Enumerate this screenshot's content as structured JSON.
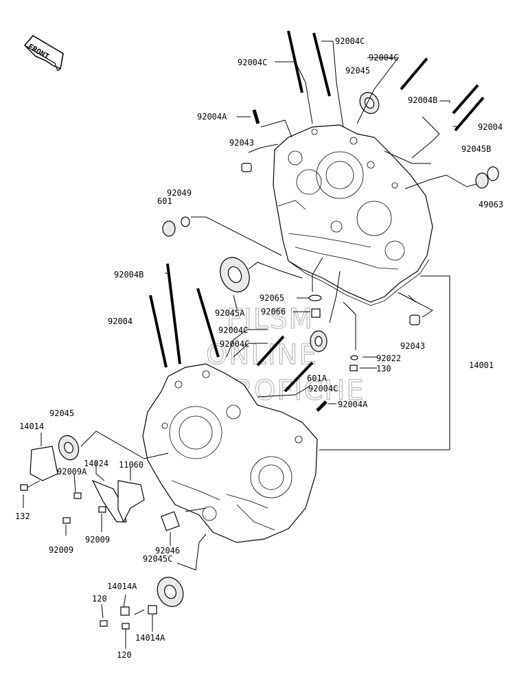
{
  "front_label": "FRONT",
  "watermark": [
    "FILSM",
    "ONLINE",
    "MICROFICHE"
  ],
  "labels": {
    "p92004C_a": "92004C",
    "p92004C_b": "92004C",
    "p92004C_c": "92004C",
    "p92045_top": "92045",
    "p92004B_top": "92004B",
    "p92004A_top": "92004A",
    "p92004_top": "92004",
    "p92043_top": "92043",
    "p92045B": "92045B",
    "p49063": "49063",
    "p92049": "92049",
    "p601": "601",
    "p92004B_mid": "92004B",
    "p92065": "92065",
    "p92066": "92066",
    "p92045A": "92045A",
    "p92004C_d": "92004C",
    "p92004C_e": "92004C",
    "p92004_mid": "92004",
    "p92043_mid": "92043",
    "p92022": "92022",
    "p130": "130",
    "p14001": "14001",
    "p601A": "601A",
    "p92004C_f": "92004C",
    "p92004A_mid": "92004A",
    "p92045_left": "92045",
    "p14014": "14014",
    "p14024": "14024",
    "p11060": "11060",
    "p92009A": "92009A",
    "p132": "132",
    "p92009_a": "92009",
    "p92009_b": "92009",
    "p92046": "92046",
    "p92045C": "92045C",
    "p14014A_a": "14014A",
    "p120_a": "120",
    "p14014A_b": "14014A",
    "p120_b": "120"
  }
}
